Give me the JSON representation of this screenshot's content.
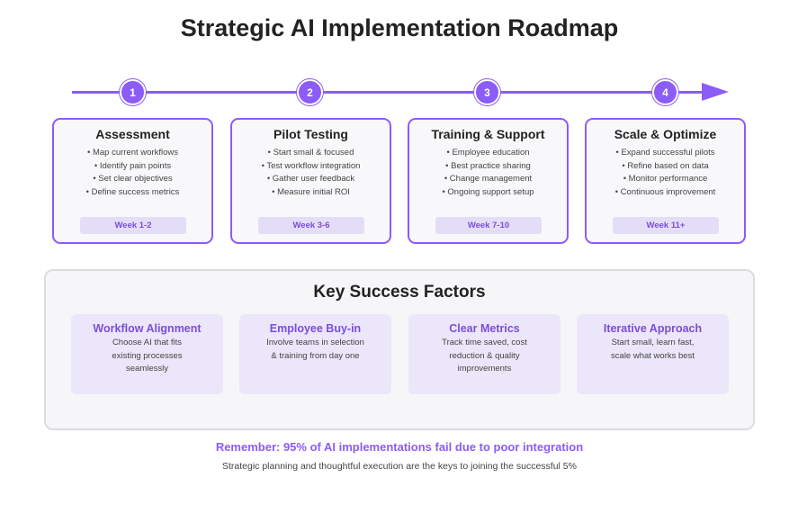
{
  "title": "Strategic AI Implementation Roadmap",
  "accent_color": "#8b5cf6",
  "timeline": {
    "steps": [
      "1",
      "2",
      "3",
      "4"
    ]
  },
  "phases": [
    {
      "title": "Assessment",
      "items": [
        "Map current workflows",
        "Identify pain points",
        "Set clear objectives",
        "Define success metrics"
      ],
      "week": "Week 1-2"
    },
    {
      "title": "Pilot Testing",
      "items": [
        "Start small & focused",
        "Test workflow integration",
        "Gather user feedback",
        "Measure initial ROI"
      ],
      "week": "Week 3-6"
    },
    {
      "title": "Training & Support",
      "items": [
        "Employee education",
        "Best practice sharing",
        "Change management",
        "Ongoing support setup"
      ],
      "week": "Week 7-10"
    },
    {
      "title": "Scale & Optimize",
      "items": [
        "Expand successful pilots",
        "Refine based on data",
        "Monitor performance",
        "Continuous improvement"
      ],
      "week": "Week 11+"
    }
  ],
  "factors": {
    "title": "Key Success Factors",
    "items": [
      {
        "title": "Workflow Alignment",
        "desc": "Choose AI that fits existing processes seamlessly"
      },
      {
        "title": "Employee Buy-in",
        "desc": "Involve teams in selection & training from day one"
      },
      {
        "title": "Clear Metrics",
        "desc": "Track time saved, cost reduction & quality improvements"
      },
      {
        "title": "Iterative Approach",
        "desc": "Start small, learn fast, scale what works best"
      }
    ]
  },
  "footer": {
    "remember": "Remember: 95% of AI implementations fail due to poor integration",
    "note": "Strategic planning and thoughtful execution are the keys to joining the successful 5%"
  }
}
